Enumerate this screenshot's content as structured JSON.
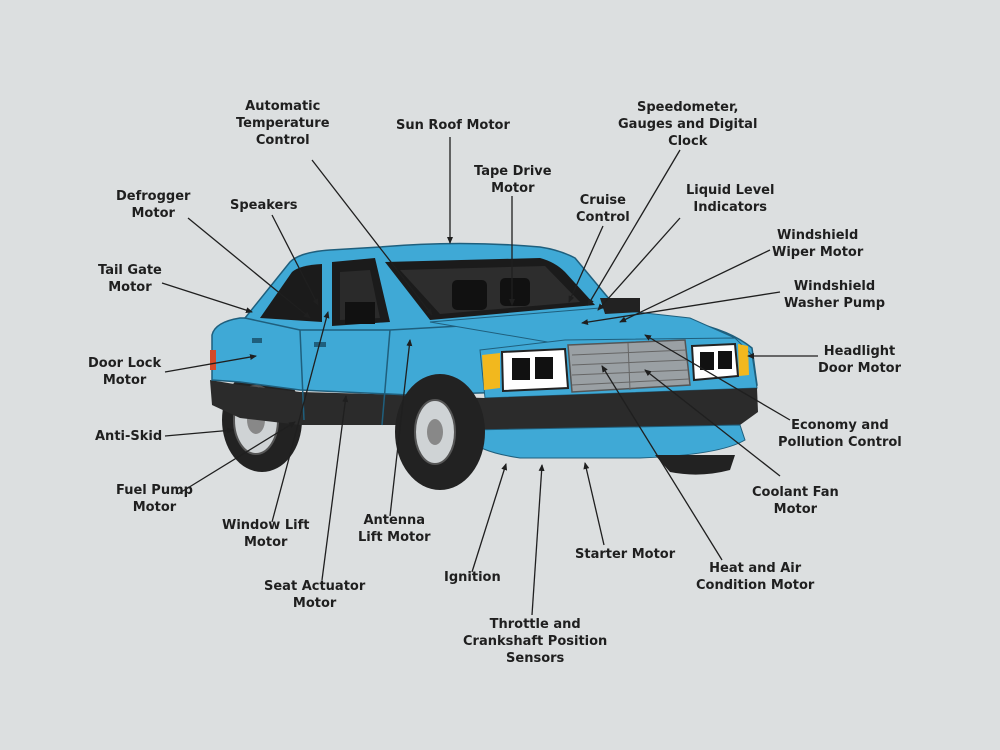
{
  "colors": {
    "background": "#dcdfe0",
    "body": "#3fa9d6",
    "body_dark": "#2b8bb5",
    "trim": "#2b2b2b",
    "amber": "#f2b81e",
    "label": "#1f1f1f"
  },
  "labels": {
    "auto_temp": "Automatic\nTemperature\nControl",
    "sun_roof": "Sun Roof Motor",
    "speedometer": "Speedometer,\nGauges and Digital\nClock",
    "tape_drive": "Tape Drive\nMotor",
    "cruise": "Cruise\nControl",
    "liquid_level": "Liquid Level\nIndicators",
    "defrogger": "Defrogger\nMotor",
    "speakers": "Speakers",
    "wiper_motor": "Windshield\nWiper Motor",
    "tail_gate": "Tail Gate\nMotor",
    "washer_pump": "Windshield\nWasher Pump",
    "headlight_door": "Headlight\nDoor Motor",
    "door_lock": "Door Lock\nMotor",
    "economy": "Economy and\nPollution Control",
    "anti_skid": "Anti-Skid",
    "coolant_fan": "Coolant Fan\nMotor",
    "fuel_pump": "Fuel Pump\nMotor",
    "window_lift": "Window Lift\nMotor",
    "antenna": "Antenna\nLift Motor",
    "starter": "Starter Motor",
    "heat_air": "Heat and Air\nCondition Motor",
    "ignition": "Ignition",
    "seat_actuator": "Seat Actuator\nMotor",
    "throttle": "Throttle and\nCrankshaft Position\nSensors"
  }
}
